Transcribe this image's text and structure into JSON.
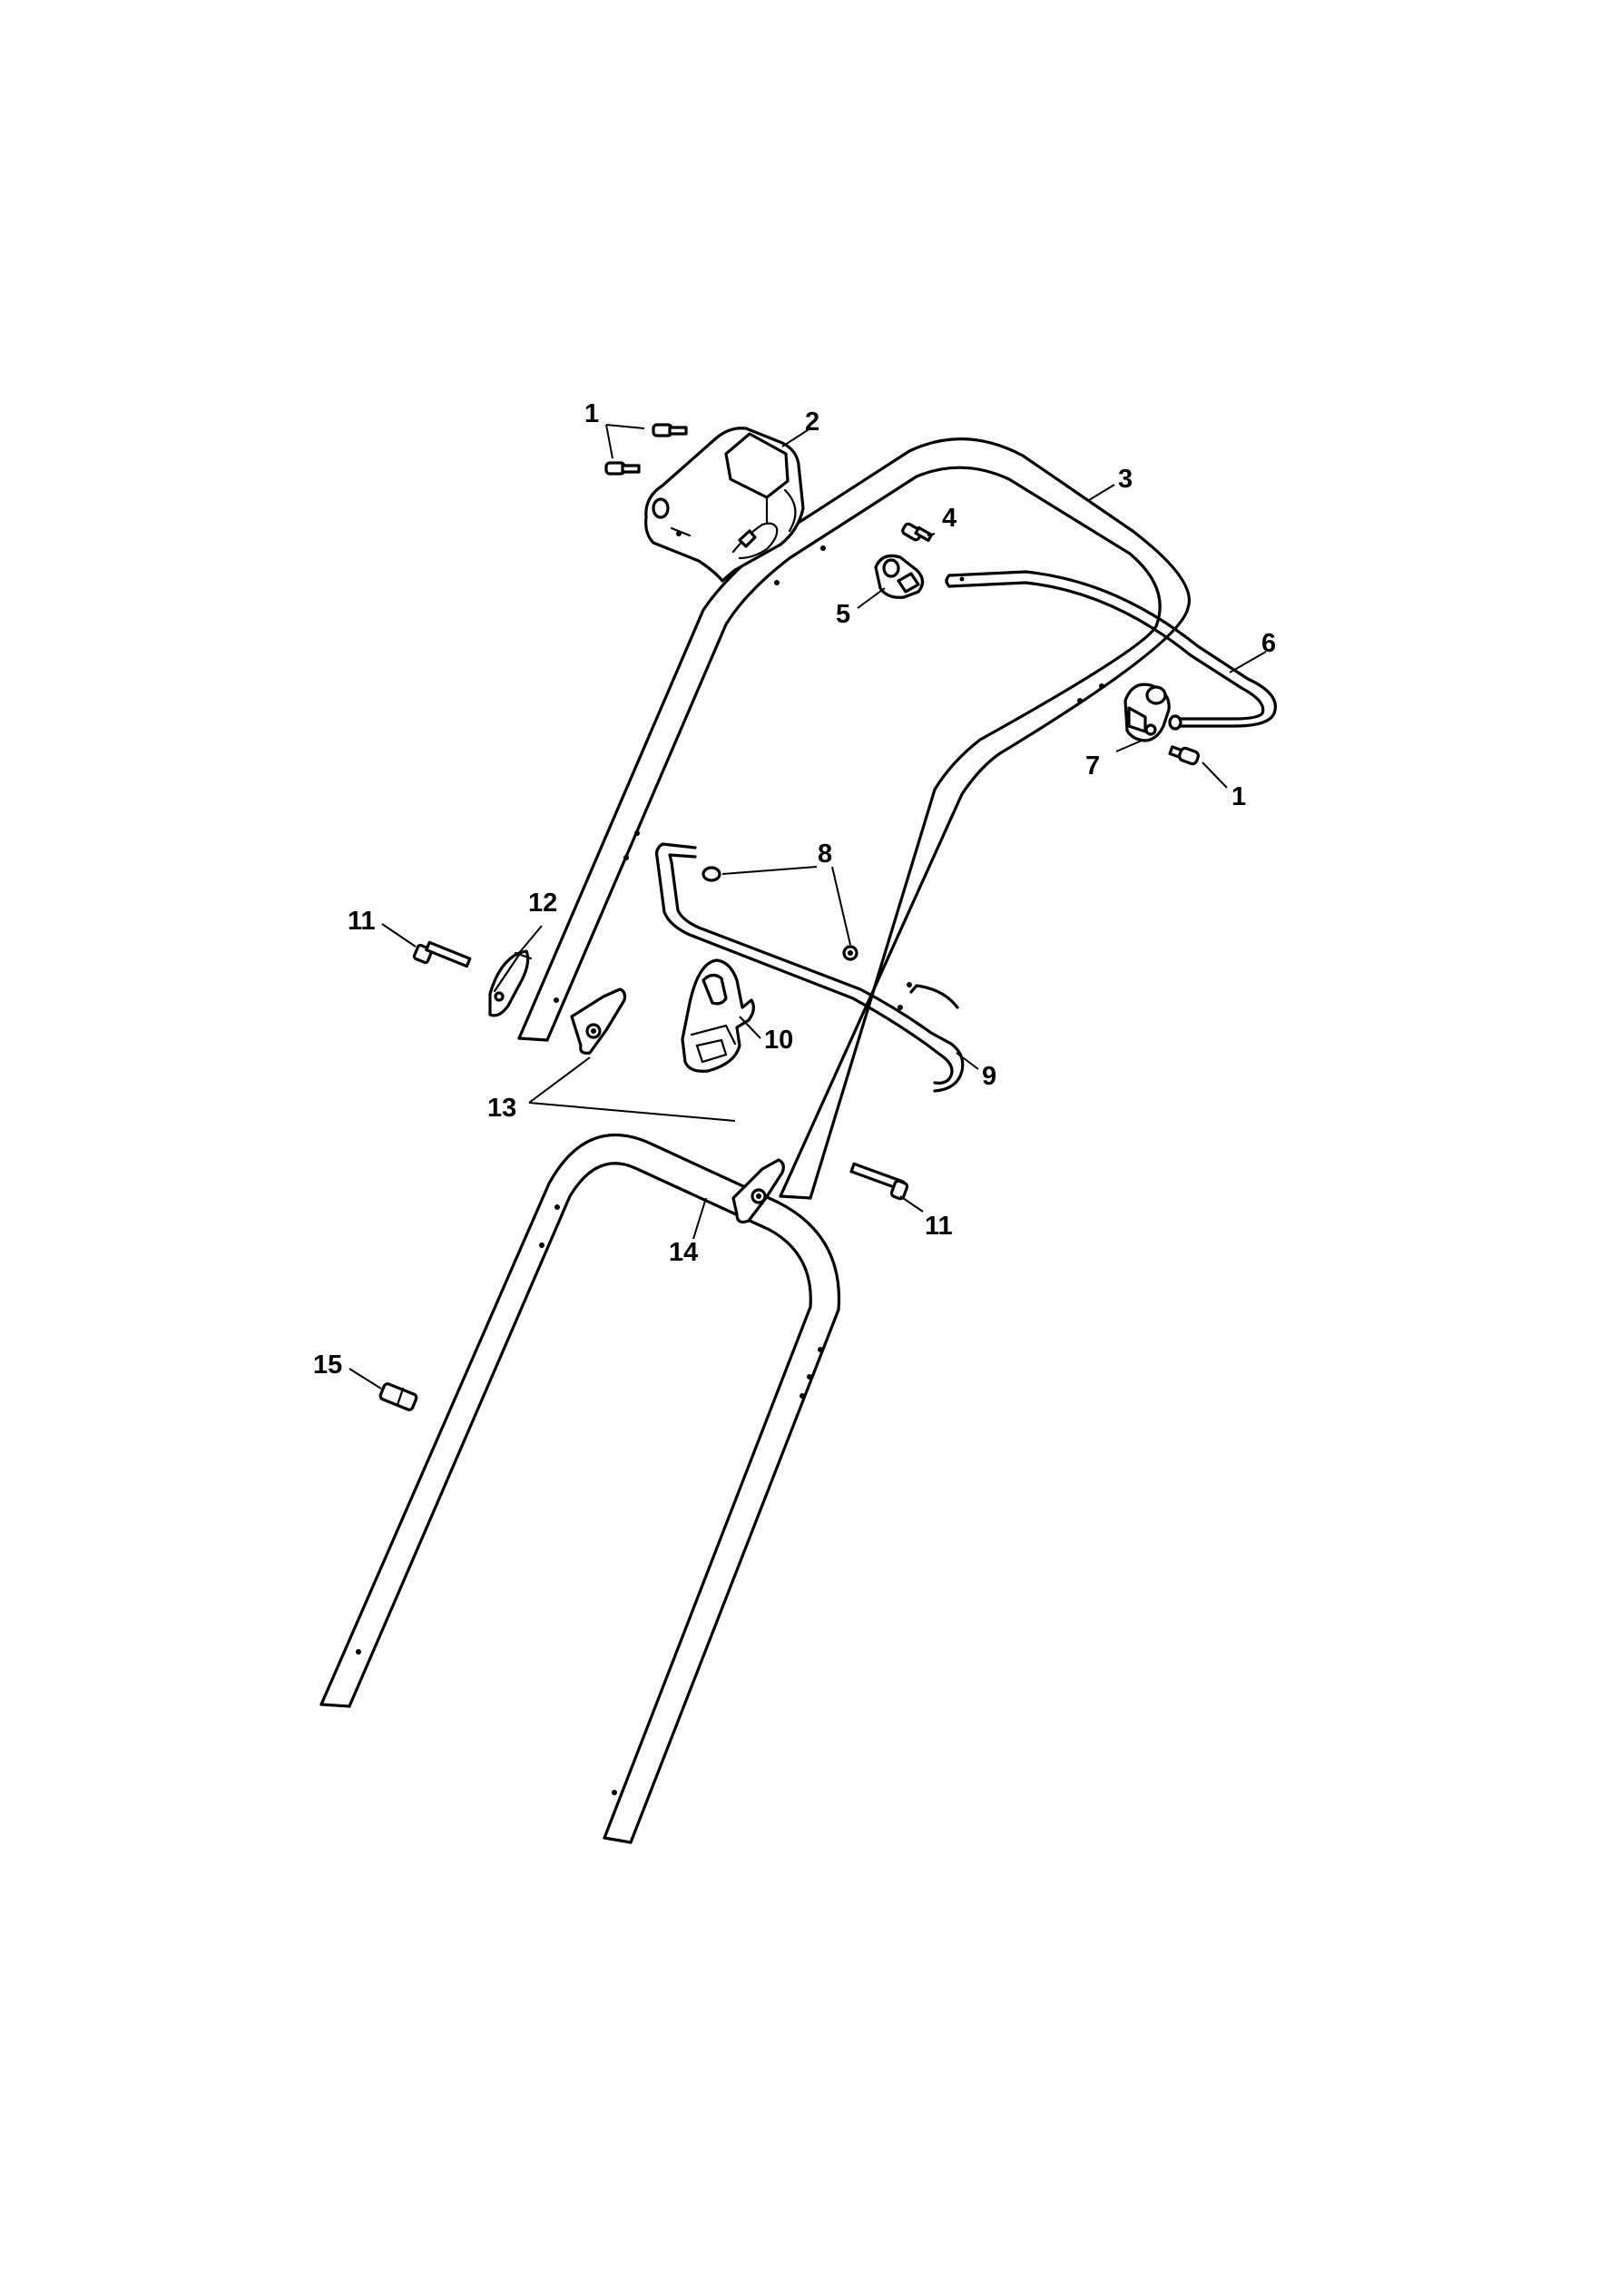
{
  "callouts": [
    {
      "id": "c1a",
      "number": "1"
    },
    {
      "id": "c2",
      "number": "2"
    },
    {
      "id": "c3",
      "number": "3"
    },
    {
      "id": "c4",
      "number": "4"
    },
    {
      "id": "c5",
      "number": "5"
    },
    {
      "id": "c6",
      "number": "6"
    },
    {
      "id": "c7",
      "number": "7"
    },
    {
      "id": "c1b",
      "number": "1"
    },
    {
      "id": "c8",
      "number": "8"
    },
    {
      "id": "c11a",
      "number": "11"
    },
    {
      "id": "c12",
      "number": "12"
    },
    {
      "id": "c10",
      "number": "10"
    },
    {
      "id": "c9",
      "number": "9"
    },
    {
      "id": "c13",
      "number": "13"
    },
    {
      "id": "c11b",
      "number": "11"
    },
    {
      "id": "c14",
      "number": "14"
    },
    {
      "id": "c15",
      "number": "15"
    }
  ],
  "colors": {
    "line": "#000000",
    "background": "#ffffff"
  }
}
